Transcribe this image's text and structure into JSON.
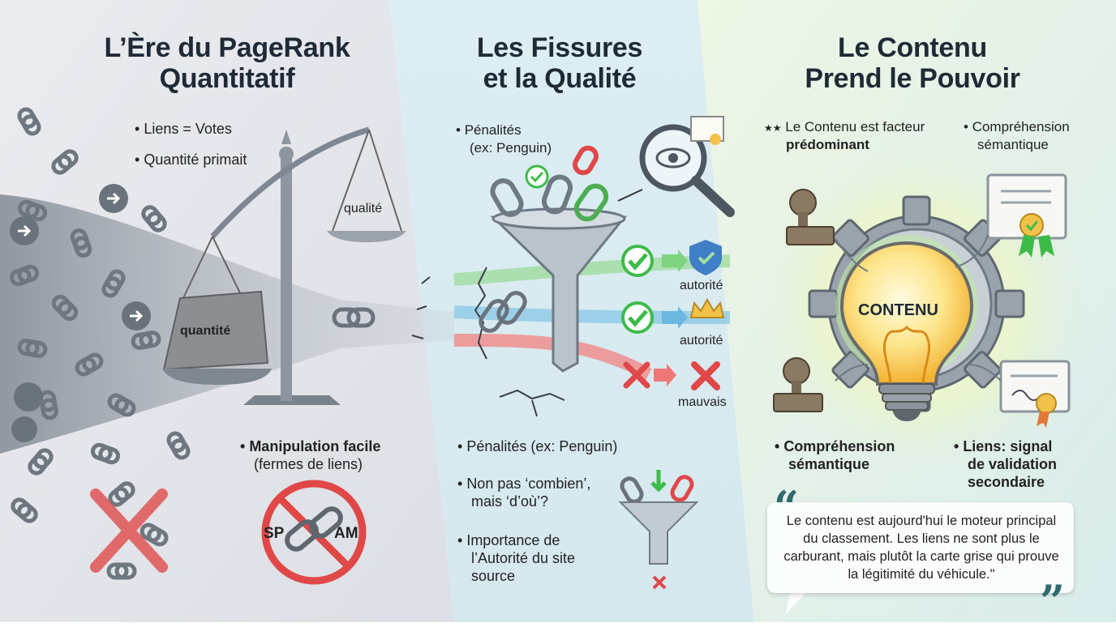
{
  "panels": [
    {
      "title_line1": "L’Ère du PageRank",
      "title_line2": "Quantitatif",
      "bullets": [
        "Liens = Votes",
        "Quantité primait"
      ],
      "scale_labels": {
        "left": "quantité",
        "right": "qualité"
      },
      "bottom_bullet_line1": "Manipulation facile",
      "bottom_bullet_line2": "(fermes de liens)",
      "spam_left": "SP",
      "spam_right": "AM"
    },
    {
      "title_line1": "Les Fissures",
      "title_line2": "et la Qualité",
      "top_bullet_line1": "Pénalités",
      "top_bullet_line2": "(ex: Penguin)",
      "flow_labels": [
        "autorité",
        "autorité",
        "mauvais"
      ],
      "bullets": [
        {
          "lines": [
            "Pénalités (ex: Penguin)"
          ]
        },
        {
          "lines": [
            "Non pas ‘combien’,",
            "mais ‘d’où’?"
          ]
        },
        {
          "lines": [
            "Importance de",
            "l’Autorité du site",
            "source"
          ]
        }
      ]
    },
    {
      "title_line1": "Le Contenu",
      "title_line2": "Prend le Pouvoir",
      "top_left_prefix": "★★",
      "top_left_line1": "Le Contenu est facteur",
      "top_left_line2": "prédominant",
      "top_right_line1": "Compréhension",
      "top_right_line2": "sémantique",
      "bulb_label": "CONTENU",
      "bottom_left_line1": "Compréhension",
      "bottom_left_line2": "sémantique",
      "bottom_right_line1": "Liens: signal",
      "bottom_right_line2": "de validation",
      "bottom_right_line3": "secondaire",
      "quote_open": "“",
      "quote_close": "”",
      "quote": "Le contenu est aujourd'hui le moteur principal du classement. Les liens ne sont plus le carburant, mais plutôt la carte grise qui prouve la légitimité du véhicule.\""
    }
  ],
  "colors": {
    "panel1_bg": "#e4e7ec",
    "panel2_bg": "#d9ebf0",
    "panel3_bg": "#e3f0dc",
    "green": "#3dbb4a",
    "red": "#e04848",
    "blue": "#52a9d6",
    "bulb": "#f7c94a"
  }
}
